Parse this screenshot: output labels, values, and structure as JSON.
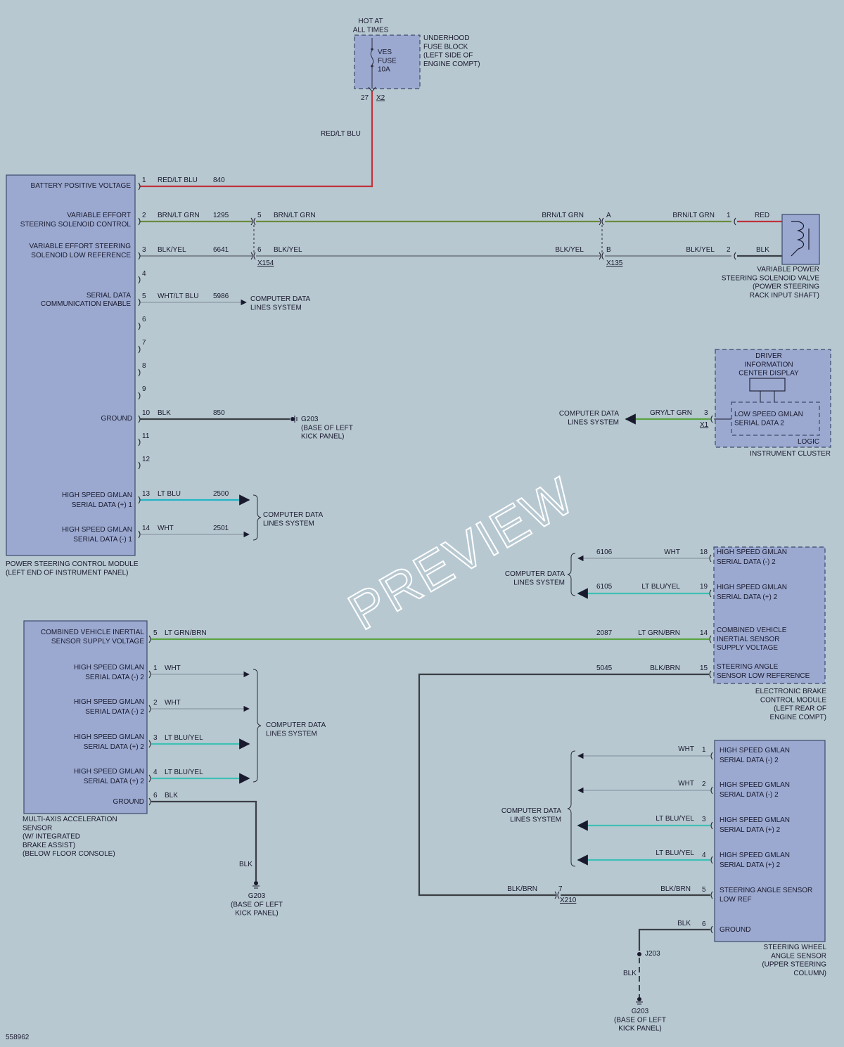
{
  "diagram_id": "558962",
  "watermark": "PREVIEW",
  "colors": {
    "background": "#b7c8d1",
    "component": "#9ba9d0",
    "red": "#c0323a",
    "green": "#5aa443",
    "olive": "#6b8a3e",
    "gray": "#808a92",
    "dark": "#3b3f44",
    "cyan": "#24b5c5",
    "teal_cyan": "#3fc0b5",
    "lt_gray": "#a9b4bb"
  },
  "fuse": {
    "hot": "HOT AT\nALL TIMES",
    "name": "VES\nFUSE\n10A",
    "block": "UNDERHOOD\nFUSE BLOCK\n(LEFT SIDE OF\nENGINE COMPT)",
    "pin": "27",
    "connector": "X2",
    "wire": "RED/LT BLU"
  },
  "pscm": {
    "name": "POWER STEERING CONTROL MODULE\n(LEFT END OF INSTRUMENT PANEL)",
    "pins": [
      {
        "label": "BATTERY POSITIVE VOLTAGE",
        "pin": "1",
        "wire": "RED/LT BLU",
        "circuit": "840"
      },
      {
        "label": "VARIABLE EFFORT\nSTEERING SOLENOID CONTROL",
        "pin": "2",
        "wire": "BRN/LT GRN",
        "circuit": "1295"
      },
      {
        "label": "VARIABLE EFFORT STEERING\nSOLENOID LOW REFERENCE",
        "pin": "3",
        "wire": "BLK/YEL",
        "circuit": "6641"
      },
      {
        "label": "",
        "pin": "4",
        "wire": "",
        "circuit": ""
      },
      {
        "label": "SERIAL DATA\nCOMMUNICATION ENABLE",
        "pin": "5",
        "wire": "WHT/LT BLU",
        "circuit": "5986"
      },
      {
        "label": "",
        "pin": "6",
        "wire": "",
        "circuit": ""
      },
      {
        "label": "",
        "pin": "7",
        "wire": "",
        "circuit": ""
      },
      {
        "label": "",
        "pin": "8",
        "wire": "",
        "circuit": ""
      },
      {
        "label": "",
        "pin": "9",
        "wire": "",
        "circuit": ""
      },
      {
        "label": "GROUND",
        "pin": "10",
        "wire": "BLK",
        "circuit": "850"
      },
      {
        "label": "",
        "pin": "11",
        "wire": "",
        "circuit": ""
      },
      {
        "label": "",
        "pin": "12",
        "wire": "",
        "circuit": ""
      },
      {
        "label": "HIGH SPEED GMLAN\nSERIAL DATA (+) 1",
        "pin": "13",
        "wire": "LT BLU",
        "circuit": "2500"
      },
      {
        "label": "HIGH SPEED GMLAN\nSERIAL DATA (-) 1",
        "pin": "14",
        "wire": "WHT",
        "circuit": "2501"
      }
    ],
    "cdl": "COMPUTER DATA\nLINES SYSTEM",
    "g203": "G203\n(BASE OF LEFT\nKICK PANEL)"
  },
  "x154": {
    "name": "X154",
    "pin_a": "5",
    "pin_b": "6",
    "wire_a": "BRN/LT GRN",
    "wire_b": "BLK/YEL"
  },
  "x135": {
    "name": "X135",
    "pin_a": "A",
    "pin_b": "B",
    "wire_a_in": "BRN/LT GRN",
    "wire_b_in": "BLK/YEL",
    "wire_a_out": "BRN/LT GRN",
    "wire_b_out": "BLK/YEL"
  },
  "solenoid": {
    "name": "VARIABLE POWER\nSTEERING SOLENOID VALVE\n(POWER STEERING\nRACK INPUT SHAFT)",
    "pin1": "1",
    "pin2": "2",
    "lead1": "RED",
    "lead2": "BLK"
  },
  "cluster": {
    "dic": "DRIVER\nINFORMATION\nCENTER DISPLAY",
    "gmlan": "LOW SPEED GMLAN\nSERIAL DATA 2",
    "logic": "LOGIC",
    "name": "INSTRUMENT CLUSTER",
    "pin": "3",
    "connector": "X1",
    "wire": "GRY/LT GRN",
    "cdl": "COMPUTER DATA\nLINES SYSTEM"
  },
  "ebcm": {
    "name": "ELECTRONIC BRAKE\nCONTROL MODULE\n(LEFT REAR OF\nENGINE COMPT)",
    "pins": [
      {
        "label": "HIGH SPEED GMLAN\nSERIAL DATA (-) 2",
        "pin": "18",
        "wire": "WHT",
        "circuit": "6106"
      },
      {
        "label": "HIGH SPEED GMLAN\nSERIAL DATA (+) 2",
        "pin": "19",
        "wire": "LT BLU/YEL",
        "circuit": "6105"
      },
      {
        "label": "COMBINED VEHICLE\nINERTIAL SENSOR\nSUPPLY VOLTAGE",
        "pin": "14",
        "wire": "LT GRN/BRN",
        "circuit": "2087"
      },
      {
        "label": "STEERING ANGLE\nSENSOR LOW REFERENCE",
        "pin": "15",
        "wire": "BLK/BRN",
        "circuit": "5045"
      }
    ],
    "cdl": "COMPUTER DATA\nLINES SYSTEM"
  },
  "maas": {
    "name": "MULTI-AXIS ACCELERATION\nSENSOR\n(W/ INTEGRATED\nBRAKE ASSIST)\n(BELOW FLOOR CONSOLE)",
    "pins": [
      {
        "label": "COMBINED VEHICLE INERTIAL\nSENSOR SUPPLY VOLTAGE",
        "pin": "5",
        "wire": "LT GRN/BRN"
      },
      {
        "label": "HIGH SPEED GMLAN\nSERIAL DATA (-) 2",
        "pin": "1",
        "wire": "WHT"
      },
      {
        "label": "HIGH SPEED GMLAN\nSERIAL DATA (-) 2",
        "pin": "2",
        "wire": "WHT"
      },
      {
        "label": "HIGH SPEED GMLAN\nSERIAL DATA (+) 2",
        "pin": "3",
        "wire": "LT BLU/YEL"
      },
      {
        "label": "HIGH SPEED GMLAN\nSERIAL DATA (+) 2",
        "pin": "4",
        "wire": "LT BLU/YEL"
      },
      {
        "label": "GROUND",
        "pin": "6",
        "wire": "BLK"
      }
    ],
    "cdl": "COMPUTER DATA\nLINES SYSTEM",
    "ground_wire": "BLK",
    "g203": "G203\n(BASE OF LEFT\nKICK PANEL)"
  },
  "swas": {
    "name": "STEERING WHEEL\nANGLE SENSOR\n(UPPER STEERING\nCOLUMN)",
    "pins": [
      {
        "label": "HIGH SPEED GMLAN\nSERIAL DATA (-) 2",
        "pin": "1",
        "wire": "WHT"
      },
      {
        "label": "HIGH SPEED GMLAN\nSERIAL DATA (-) 2",
        "pin": "2",
        "wire": "WHT"
      },
      {
        "label": "HIGH SPEED GMLAN\nSERIAL DATA (+) 2",
        "pin": "3",
        "wire": "LT BLU/YEL"
      },
      {
        "label": "HIGH SPEED GMLAN\nSERIAL DATA (+) 2",
        "pin": "4",
        "wire": "LT BLU/YEL"
      },
      {
        "label": "STEERING ANGLE SENSOR\nLOW REF",
        "pin": "5",
        "wire": "BLK/BRN"
      },
      {
        "label": "GROUND",
        "pin": "6",
        "wire": "BLK"
      }
    ],
    "cdl": "COMPUTER DATA\nLINES SYSTEM",
    "x210": {
      "name": "X210",
      "pin": "7",
      "wire_left": "BLK/BRN"
    },
    "j203": "J203",
    "ground_wire": "BLK",
    "g203": "G203\n(BASE OF LEFT\nKICK PANEL)"
  }
}
